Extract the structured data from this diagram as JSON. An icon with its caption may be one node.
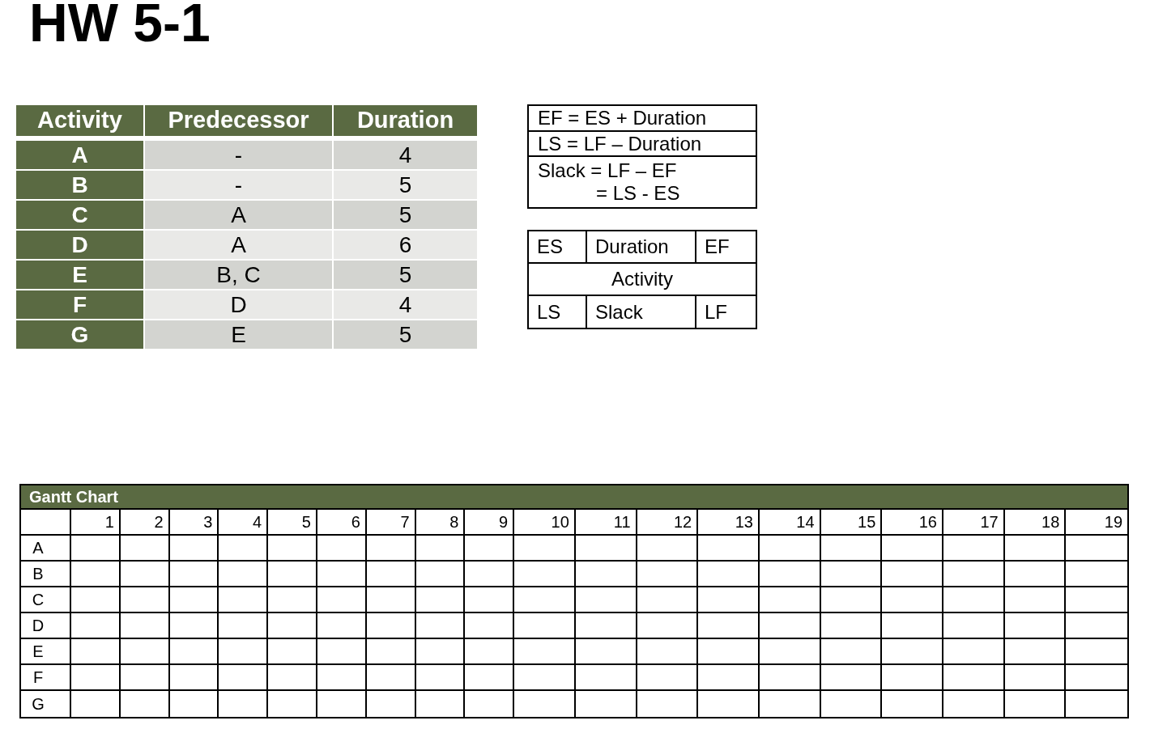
{
  "diagram": {
    "title": "HW 5-1",
    "labels": [
      "Activity",
      "Predecessor",
      "Duration",
      "A",
      "-",
      "4",
      "B",
      "-",
      "5",
      "C",
      "A",
      "5",
      "D",
      "A",
      "6",
      "E",
      "B, C",
      "5",
      "F",
      "D",
      "4",
      "G",
      "E",
      "5",
      "EF = ES + Duration",
      "LS = LF – Duration",
      "Slack = LF – EF",
      "= LS - ES",
      "ES",
      "Duration",
      "EF",
      "Activity",
      "LS",
      "Slack",
      "LF",
      "Gantt Chart",
      "1",
      "2",
      "3",
      "4",
      "5",
      "6",
      "7",
      "8",
      "9",
      "10",
      "11",
      "12",
      "13",
      "14",
      "15",
      "16",
      "17",
      "18",
      "19",
      "A",
      "B",
      "C",
      "D",
      "E",
      "F",
      "G"
    ]
  }
}
